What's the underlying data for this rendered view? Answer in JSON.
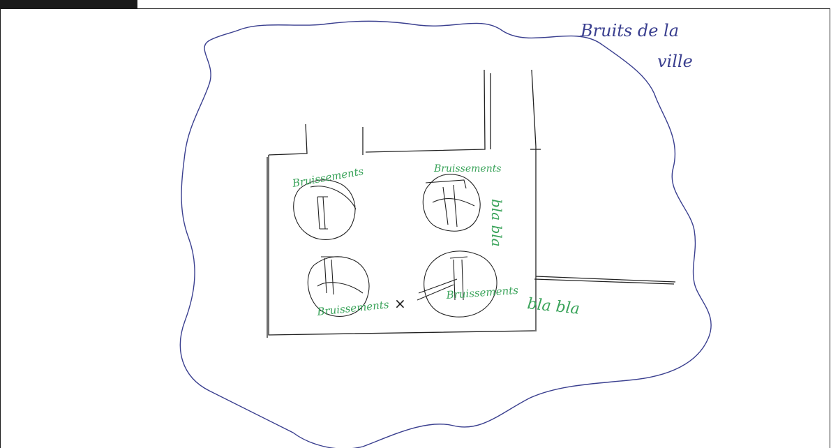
{
  "sketch": {
    "city_label_line1": "Bruits de la",
    "city_label_line2": "ville",
    "rustle_label_tl": "Bruissements",
    "rustle_label_tr": "Bruissements",
    "rustle_label_bl": "Bruissements",
    "rustle_label_br": "Bruissements",
    "blabla_vertical": "bla bla",
    "blabla_horizontal": "bla bla",
    "position_marker": "×",
    "colors": {
      "outline_blue": "#3a3f8f",
      "rustle_green": "#3aa35a",
      "pencil_black": "#222222"
    }
  }
}
